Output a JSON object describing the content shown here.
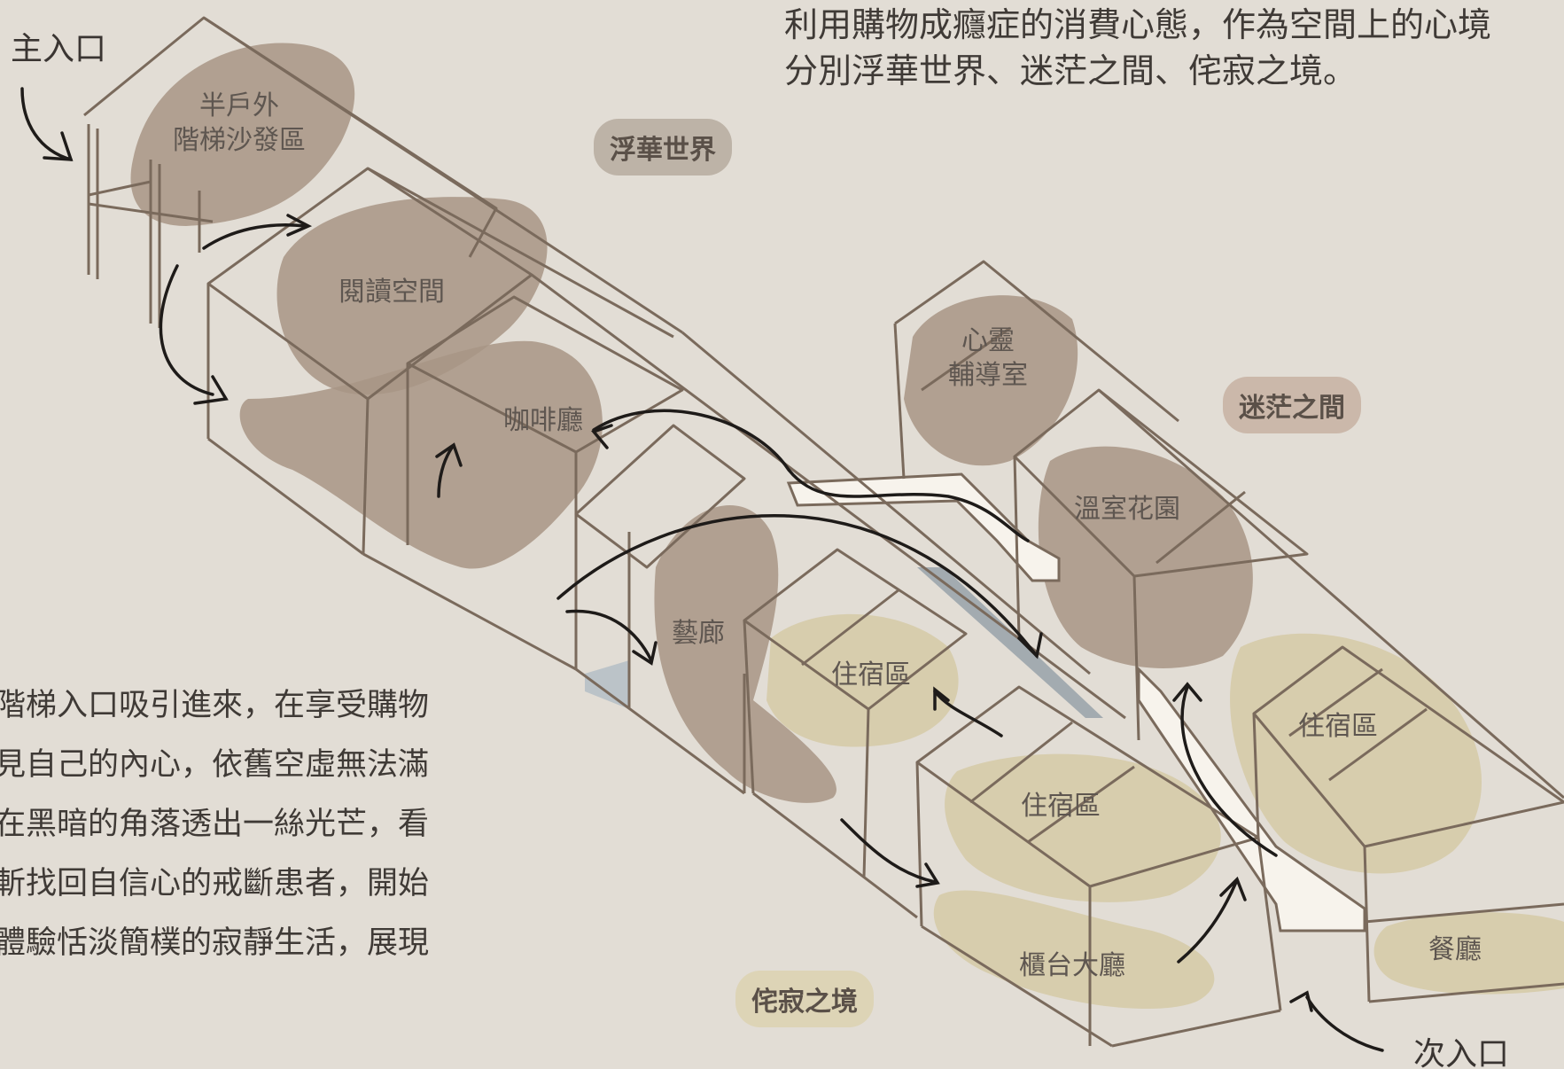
{
  "intro": {
    "line1": "利用購物成癮症的消費心態，作為空間上的心境",
    "line2": "分別浮華世界、迷茫之間、侘寂之境。"
  },
  "story": {
    "lines": [
      "階梯入口吸引進來，在享受購物",
      "見自己的內心，依舊空虛無法滿",
      "在黑暗的角落透出一絲光芒，看",
      "斬找回自信心的戒斷患者，開始",
      "體驗恬淡簡樸的寂靜生活，展現"
    ]
  },
  "entrances": {
    "main": "主入口",
    "secondary": "次入口"
  },
  "zones": {
    "fuhua": "浮華世界",
    "mimang": "迷茫之間",
    "chaji": "侘寂之境"
  },
  "rooms": {
    "outdoor_line1": "半戶外",
    "outdoor_line2": "階梯沙發區",
    "reading": "閱讀空間",
    "cafe": "咖啡廳",
    "counsel_line1": "心靈",
    "counsel_line2": "輔導室",
    "greenhouse": "溫室花園",
    "gallery": "藝廊",
    "lodging_a": "住宿區",
    "lodging_b": "住宿區",
    "lodging_c": "住宿區",
    "lobby": "櫃台大廳",
    "dining": "餐廳"
  },
  "colors": {
    "background": "#e2ddd5",
    "line": "#7a6a5c",
    "blob_brown": "#a89585",
    "blob_tan": "#d6cba9",
    "fuhua_badge": "#bdb3a7",
    "mimang_badge": "#cbb8aa",
    "chaji_badge": "#ddd4b6",
    "glass": "#8e9aa3"
  }
}
